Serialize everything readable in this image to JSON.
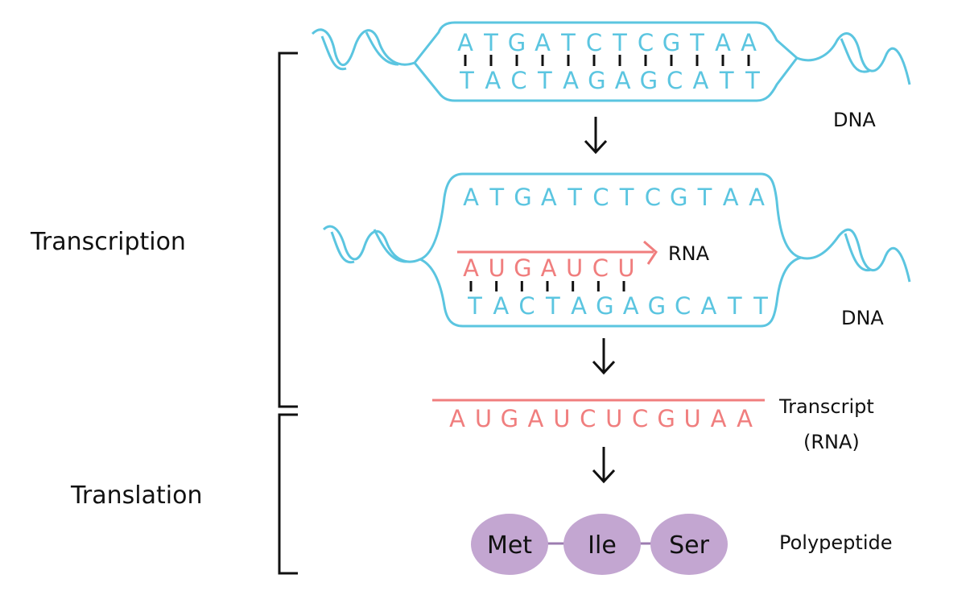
{
  "colors": {
    "dna": "#5bc5e0",
    "rna": "#f07e7e",
    "protein": "#c3a6d1",
    "ink": "#111111"
  },
  "stages": {
    "transcription": "Transcription",
    "translation": "Translation"
  },
  "dna1": {
    "top": "ATGATCTCGTAA",
    "bottom": "TACTAGAGCATT",
    "label": "DNA"
  },
  "dna2": {
    "top": "ATGATCTCGTAA",
    "rna": "AUGAUCU",
    "rna_label": "RNA",
    "bottom": "TACTAGAGCATT",
    "label": "DNA"
  },
  "transcript": {
    "sequence": "AUGAUCUCGUAA",
    "label_line1": "Transcript",
    "label_line2": "(RNA)"
  },
  "polypeptide": {
    "amino_acids": [
      "Met",
      "Ile",
      "Ser"
    ],
    "label": "Polypeptide"
  }
}
